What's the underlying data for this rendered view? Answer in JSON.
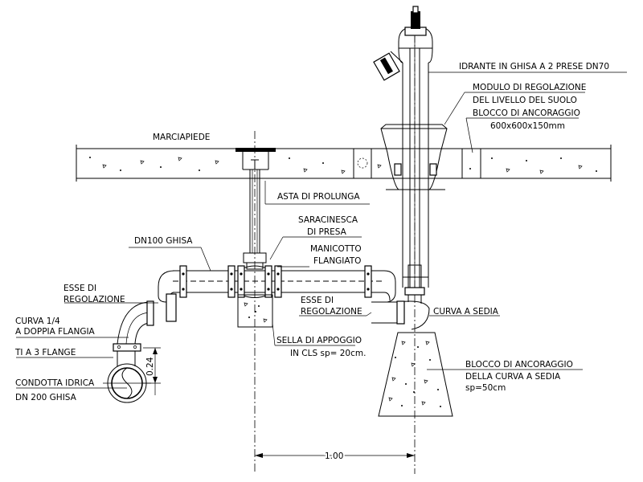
{
  "labels": {
    "idrante": "IDRANTE IN GHISA A 2 PRESE DN70",
    "modulo_1": "MODULO DI REGOLAZIONE",
    "modulo_2": "DEL LIVELLO DEL SUOLO",
    "blocco_top_1": "BLOCCO DI ANCORAGGIO",
    "blocco_top_2": "600x600x150mm",
    "marciapiede": "MARCIAPIEDE",
    "asta": "ASTA DI PROLUNGA",
    "saracinesca_1": "SARACINESCA",
    "saracinesca_2": "DI PRESA",
    "dn100": "DN100 GHISA",
    "manicotto_1": "MANICOTTO",
    "manicotto_2": "FLANGIATO",
    "esse_left_1": "ESSE DI",
    "esse_left_2": "REGOLAZIONE",
    "esse_right_1": "ESSE DI",
    "esse_right_2": "REGOLAZIONE",
    "curva_sedia": "CURVA A SEDIA",
    "curva14_1": "CURVA 1/4",
    "curva14_2": "A DOPPIA FLANGIA",
    "ti": "TI A 3 FLANGE",
    "condotta_1": "CONDOTTA IDRICA",
    "condotta_2": "DN 200 GHISA",
    "sella_1": "SELLA DI APPOGGIO",
    "sella_2": "IN CLS sp= 20cm.",
    "blocco_bottom_1": "BLOCCO DI ANCORAGGIO",
    "blocco_bottom_2": "DELLA CURVA A SEDIA",
    "blocco_bottom_3": "sp=50cm"
  },
  "dimensions": {
    "height": "0.24",
    "width": "1.00"
  }
}
